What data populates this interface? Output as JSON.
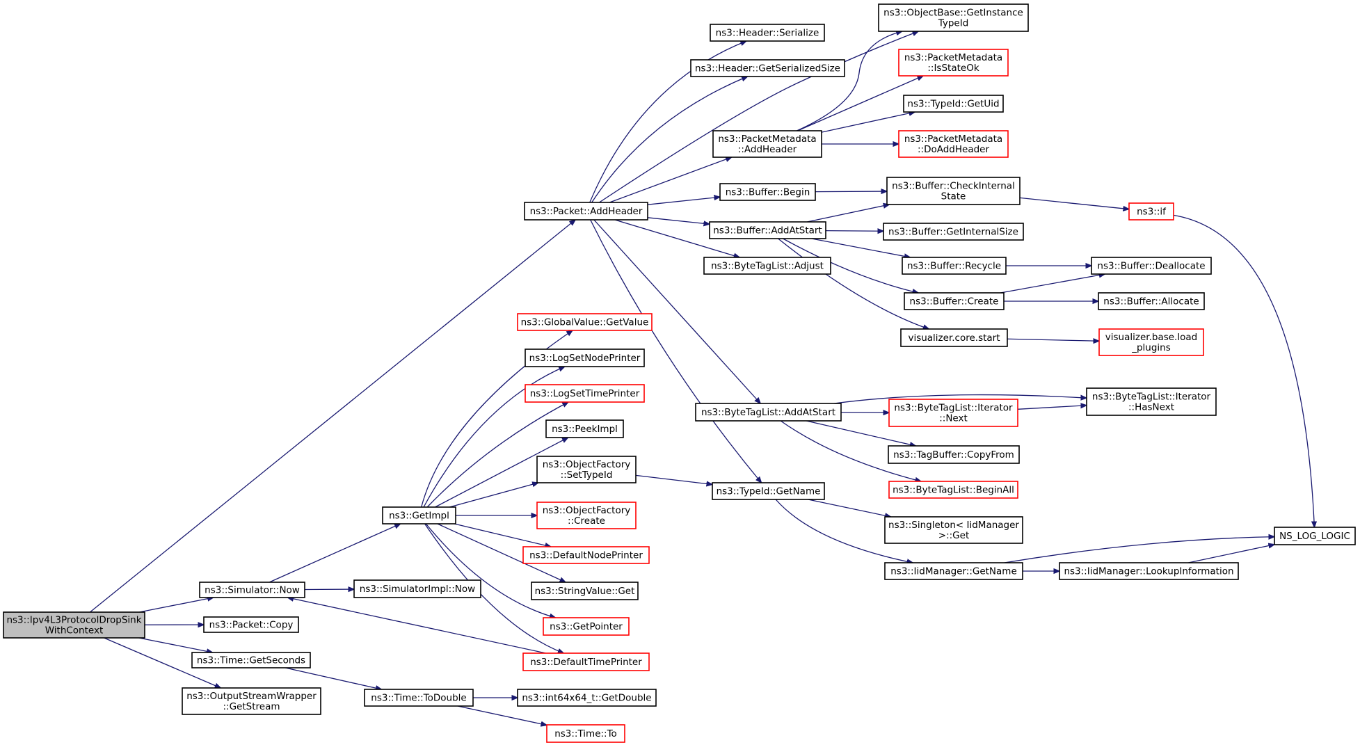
{
  "colors": {
    "edge": "#191970",
    "box_normal": "#000000",
    "box_incomplete": "#ff0000",
    "box_root_fill": "#bfbfbf"
  },
  "nodes": [
    {
      "id": "root",
      "lines": [
        "ns3::Ipv4L3ProtocolDropSink",
        "WithContext"
      ],
      "style": "root"
    },
    {
      "id": "sim_now",
      "lines": [
        "ns3::Simulator::Now"
      ],
      "style": "normal"
    },
    {
      "id": "packet_copy",
      "lines": [
        "ns3::Packet::Copy"
      ],
      "style": "normal"
    },
    {
      "id": "time_getseconds",
      "lines": [
        "ns3::Time::GetSeconds"
      ],
      "style": "normal"
    },
    {
      "id": "osw_getstream",
      "lines": [
        "ns3::OutputStreamWrapper",
        "::GetStream"
      ],
      "style": "normal"
    },
    {
      "id": "getimpl",
      "lines": [
        "ns3::GetImpl"
      ],
      "style": "normal"
    },
    {
      "id": "simimpl_now",
      "lines": [
        "ns3::SimulatorImpl::Now"
      ],
      "style": "normal"
    },
    {
      "id": "time_todouble",
      "lines": [
        "ns3::Time::ToDouble"
      ],
      "style": "normal"
    },
    {
      "id": "packet_addheader",
      "lines": [
        "ns3::Packet::AddHeader"
      ],
      "style": "normal"
    },
    {
      "id": "gv_getvalue",
      "lines": [
        "ns3::GlobalValue::GetValue"
      ],
      "style": "incomplete"
    },
    {
      "id": "logsetnodeprinter",
      "lines": [
        "ns3::LogSetNodePrinter"
      ],
      "style": "normal"
    },
    {
      "id": "logsettimeprinter",
      "lines": [
        "ns3::LogSetTimePrinter"
      ],
      "style": "incomplete"
    },
    {
      "id": "peekimpl",
      "lines": [
        "ns3::PeekImpl"
      ],
      "style": "normal"
    },
    {
      "id": "of_settypeid",
      "lines": [
        "ns3::ObjectFactory",
        "::SetTypeId"
      ],
      "style": "normal"
    },
    {
      "id": "of_create",
      "lines": [
        "ns3::ObjectFactory",
        "::Create"
      ],
      "style": "incomplete"
    },
    {
      "id": "defaultnodeprinter",
      "lines": [
        "ns3::DefaultNodePrinter"
      ],
      "style": "incomplete"
    },
    {
      "id": "stringvalue_get",
      "lines": [
        "ns3::StringValue::Get"
      ],
      "style": "normal"
    },
    {
      "id": "getpointer",
      "lines": [
        "ns3::GetPointer"
      ],
      "style": "incomplete"
    },
    {
      "id": "defaulttimeprinter",
      "lines": [
        "ns3::DefaultTimePrinter"
      ],
      "style": "incomplete"
    },
    {
      "id": "int64_getdouble",
      "lines": [
        "ns3::int64x64_t::GetDouble"
      ],
      "style": "normal"
    },
    {
      "id": "time_to",
      "lines": [
        "ns3::Time::To"
      ],
      "style": "incomplete"
    },
    {
      "id": "header_serialize",
      "lines": [
        "ns3::Header::Serialize"
      ],
      "style": "normal"
    },
    {
      "id": "header_getserializedsize",
      "lines": [
        "ns3::Header::GetSerializedSize"
      ],
      "style": "normal"
    },
    {
      "id": "pm_addheader",
      "lines": [
        "ns3::PacketMetadata",
        "::AddHeader"
      ],
      "style": "normal"
    },
    {
      "id": "buffer_begin",
      "lines": [
        "ns3::Buffer::Begin"
      ],
      "style": "normal"
    },
    {
      "id": "buffer_addatstart",
      "lines": [
        "ns3::Buffer::AddAtStart"
      ],
      "style": "normal"
    },
    {
      "id": "btl_adjust",
      "lines": [
        "ns3::ByteTagList::Adjust"
      ],
      "style": "normal"
    },
    {
      "id": "btl_addatstart",
      "lines": [
        "ns3::ByteTagList::AddAtStart"
      ],
      "style": "normal"
    },
    {
      "id": "typeid_getname",
      "lines": [
        "ns3::TypeId::GetName"
      ],
      "style": "normal"
    },
    {
      "id": "ob_getinstancetypeid",
      "lines": [
        "ns3::ObjectBase::GetInstance",
        "TypeId"
      ],
      "style": "normal"
    },
    {
      "id": "pm_isstateok",
      "lines": [
        "ns3::PacketMetadata",
        "::IsStateOk"
      ],
      "style": "incomplete"
    },
    {
      "id": "typeid_getuid",
      "lines": [
        "ns3::TypeId::GetUid"
      ],
      "style": "normal"
    },
    {
      "id": "pm_doaddheader",
      "lines": [
        "ns3::PacketMetadata",
        "::DoAddHeader"
      ],
      "style": "incomplete"
    },
    {
      "id": "buffer_checkinternalstate",
      "lines": [
        "ns3::Buffer::CheckInternal",
        "State"
      ],
      "style": "normal"
    },
    {
      "id": "buffer_getinternalsize",
      "lines": [
        "ns3::Buffer::GetInternalSize"
      ],
      "style": "normal"
    },
    {
      "id": "buffer_recycle",
      "lines": [
        "ns3::Buffer::Recycle"
      ],
      "style": "normal"
    },
    {
      "id": "buffer_create",
      "lines": [
        "ns3::Buffer::Create"
      ],
      "style": "normal"
    },
    {
      "id": "vis_core_start",
      "lines": [
        "visualizer.core.start"
      ],
      "style": "normal"
    },
    {
      "id": "btl_iter_next",
      "lines": [
        "ns3::ByteTagList::Iterator",
        "::Next"
      ],
      "style": "incomplete"
    },
    {
      "id": "tagbuffer_copyfrom",
      "lines": [
        "ns3::TagBuffer::CopyFrom"
      ],
      "style": "normal"
    },
    {
      "id": "btl_beginall",
      "lines": [
        "ns3::ByteTagList::BeginAll"
      ],
      "style": "incomplete"
    },
    {
      "id": "singleton_get",
      "lines": [
        "ns3::Singleton< IidManager",
        " >::Get"
      ],
      "style": "normal"
    },
    {
      "id": "iidmanager_getname",
      "lines": [
        "ns3::IidManager::GetName"
      ],
      "style": "normal"
    },
    {
      "id": "ns3_if",
      "lines": [
        "ns3::if"
      ],
      "style": "incomplete"
    },
    {
      "id": "buffer_deallocate",
      "lines": [
        "ns3::Buffer::Deallocate"
      ],
      "style": "normal"
    },
    {
      "id": "buffer_allocate",
      "lines": [
        "ns3::Buffer::Allocate"
      ],
      "style": "normal"
    },
    {
      "id": "vis_base_load_plugins",
      "lines": [
        "visualizer.base.load",
        "_plugins"
      ],
      "style": "incomplete"
    },
    {
      "id": "btl_iter_hasnext",
      "lines": [
        "ns3::ByteTagList::Iterator",
        "::HasNext"
      ],
      "style": "normal"
    },
    {
      "id": "iidmanager_lookupinformation",
      "lines": [
        "ns3::IidManager::LookupInformation"
      ],
      "style": "normal"
    },
    {
      "id": "ns_log_logic",
      "lines": [
        "NS_LOG_LOGIC"
      ],
      "style": "normal"
    }
  ],
  "edges": [
    [
      "root",
      "packet_addheader"
    ],
    [
      "root",
      "sim_now"
    ],
    [
      "root",
      "packet_copy"
    ],
    [
      "root",
      "time_getseconds"
    ],
    [
      "root",
      "osw_getstream"
    ],
    [
      "sim_now",
      "getimpl"
    ],
    [
      "sim_now",
      "simimpl_now"
    ],
    [
      "time_getseconds",
      "time_todouble"
    ],
    [
      "getimpl",
      "gv_getvalue"
    ],
    [
      "getimpl",
      "logsetnodeprinter"
    ],
    [
      "getimpl",
      "logsettimeprinter"
    ],
    [
      "getimpl",
      "peekimpl"
    ],
    [
      "getimpl",
      "of_settypeid"
    ],
    [
      "getimpl",
      "of_create"
    ],
    [
      "getimpl",
      "defaultnodeprinter"
    ],
    [
      "getimpl",
      "stringvalue_get"
    ],
    [
      "getimpl",
      "getpointer"
    ],
    [
      "getimpl",
      "defaulttimeprinter"
    ],
    [
      "defaulttimeprinter",
      "sim_now"
    ],
    [
      "time_todouble",
      "int64_getdouble"
    ],
    [
      "time_todouble",
      "time_to"
    ],
    [
      "of_settypeid",
      "typeid_getname"
    ],
    [
      "packet_addheader",
      "header_serialize"
    ],
    [
      "packet_addheader",
      "header_getserializedsize"
    ],
    [
      "packet_addheader",
      "ob_getinstancetypeid"
    ],
    [
      "packet_addheader",
      "pm_addheader"
    ],
    [
      "packet_addheader",
      "buffer_begin"
    ],
    [
      "packet_addheader",
      "buffer_addatstart"
    ],
    [
      "packet_addheader",
      "btl_adjust"
    ],
    [
      "packet_addheader",
      "btl_addatstart"
    ],
    [
      "packet_addheader",
      "typeid_getname"
    ],
    [
      "pm_addheader",
      "ob_getinstancetypeid"
    ],
    [
      "pm_addheader",
      "pm_isstateok"
    ],
    [
      "pm_addheader",
      "typeid_getuid"
    ],
    [
      "pm_addheader",
      "pm_doaddheader"
    ],
    [
      "buffer_begin",
      "buffer_checkinternalstate"
    ],
    [
      "buffer_addatstart",
      "buffer_checkinternalstate"
    ],
    [
      "buffer_addatstart",
      "buffer_getinternalsize"
    ],
    [
      "buffer_addatstart",
      "buffer_recycle"
    ],
    [
      "buffer_addatstart",
      "buffer_create"
    ],
    [
      "buffer_addatstart",
      "vis_core_start"
    ],
    [
      "buffer_checkinternalstate",
      "ns3_if"
    ],
    [
      "ns3_if",
      "ns_log_logic"
    ],
    [
      "buffer_recycle",
      "buffer_deallocate"
    ],
    [
      "buffer_create",
      "buffer_deallocate"
    ],
    [
      "buffer_create",
      "buffer_allocate"
    ],
    [
      "vis_core_start",
      "vis_base_load_plugins"
    ],
    [
      "btl_addatstart",
      "btl_iter_next"
    ],
    [
      "btl_addatstart",
      "btl_iter_hasnext"
    ],
    [
      "btl_addatstart",
      "tagbuffer_copyfrom"
    ],
    [
      "btl_addatstart",
      "btl_beginall"
    ],
    [
      "btl_iter_next",
      "btl_iter_hasnext"
    ],
    [
      "typeid_getname",
      "singleton_get"
    ],
    [
      "typeid_getname",
      "iidmanager_getname"
    ],
    [
      "iidmanager_getname",
      "iidmanager_lookupinformation"
    ],
    [
      "iidmanager_getname",
      "ns_log_logic"
    ],
    [
      "iidmanager_lookupinformation",
      "ns_log_logic"
    ]
  ]
}
